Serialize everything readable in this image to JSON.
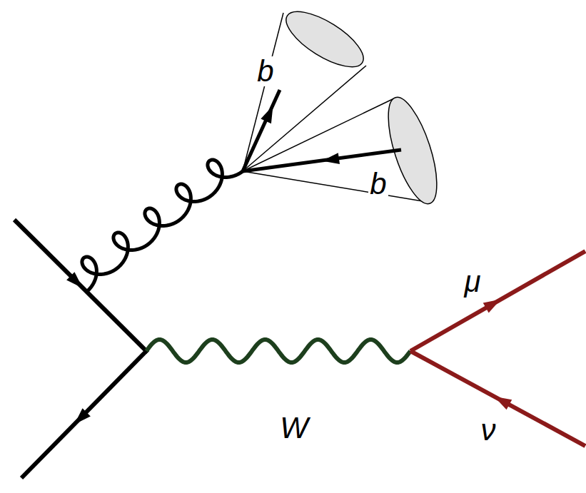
{
  "diagram": {
    "labels": [
      "b",
      "b",
      "μ",
      "W",
      "ν"
    ]
  }
}
